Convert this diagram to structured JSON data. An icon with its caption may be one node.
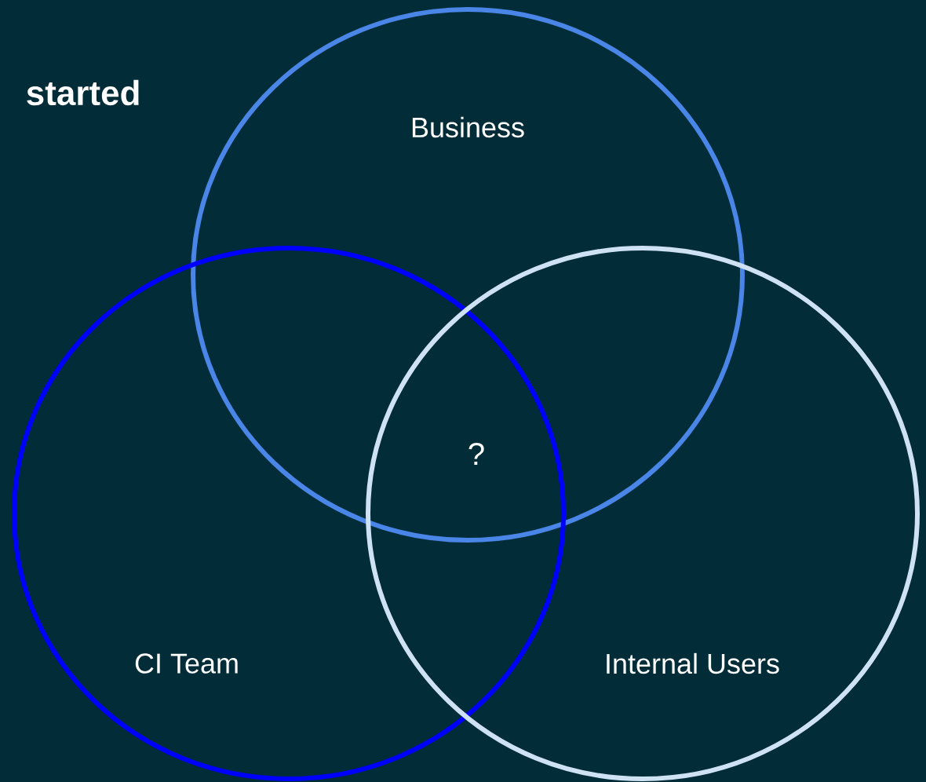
{
  "diagram": {
    "title": "started",
    "nodes": [
      {
        "text": [
          "Business"
        ]
      },
      {
        "text": [
          "CI Team"
        ]
      },
      {
        "text": [
          "Internal Users"
        ]
      }
    ],
    "labels": [
      "?"
    ]
  }
}
